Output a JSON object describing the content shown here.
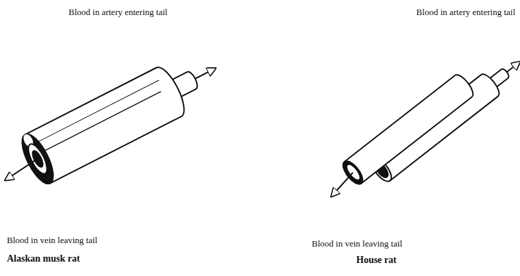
{
  "diagram": {
    "labels": [
      "Blood in artery entering tail",
      "Blood in artery entering tail",
      "Blood in vein leaving tail",
      "Alaskan musk rat",
      "Blood in vein leaving tail",
      "House rat"
    ]
  }
}
